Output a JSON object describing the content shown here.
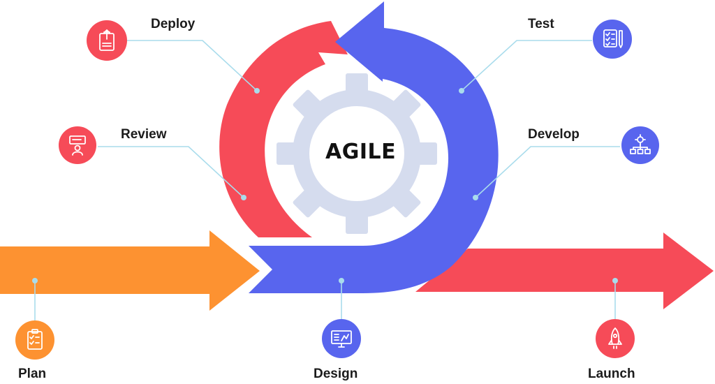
{
  "center_label": "AGILE",
  "colors": {
    "red": "#f64b58",
    "blue": "#5865ee",
    "orange": "#fd9231",
    "gear": "#d5dcee",
    "connector": "#a9dcec"
  },
  "stages": {
    "deploy": {
      "label": "Deploy",
      "icon": "clipboard-upload-icon"
    },
    "review": {
      "label": "Review",
      "icon": "presenter-icon"
    },
    "test": {
      "label": "Test",
      "icon": "checklist-pencil-icon"
    },
    "develop": {
      "label": "Develop",
      "icon": "gear-hierarchy-icon"
    },
    "plan": {
      "label": "Plan",
      "icon": "clipboard-checklist-icon"
    },
    "design": {
      "label": "Design",
      "icon": "monitor-design-icon"
    },
    "launch": {
      "label": "Launch",
      "icon": "rocket-icon"
    }
  }
}
